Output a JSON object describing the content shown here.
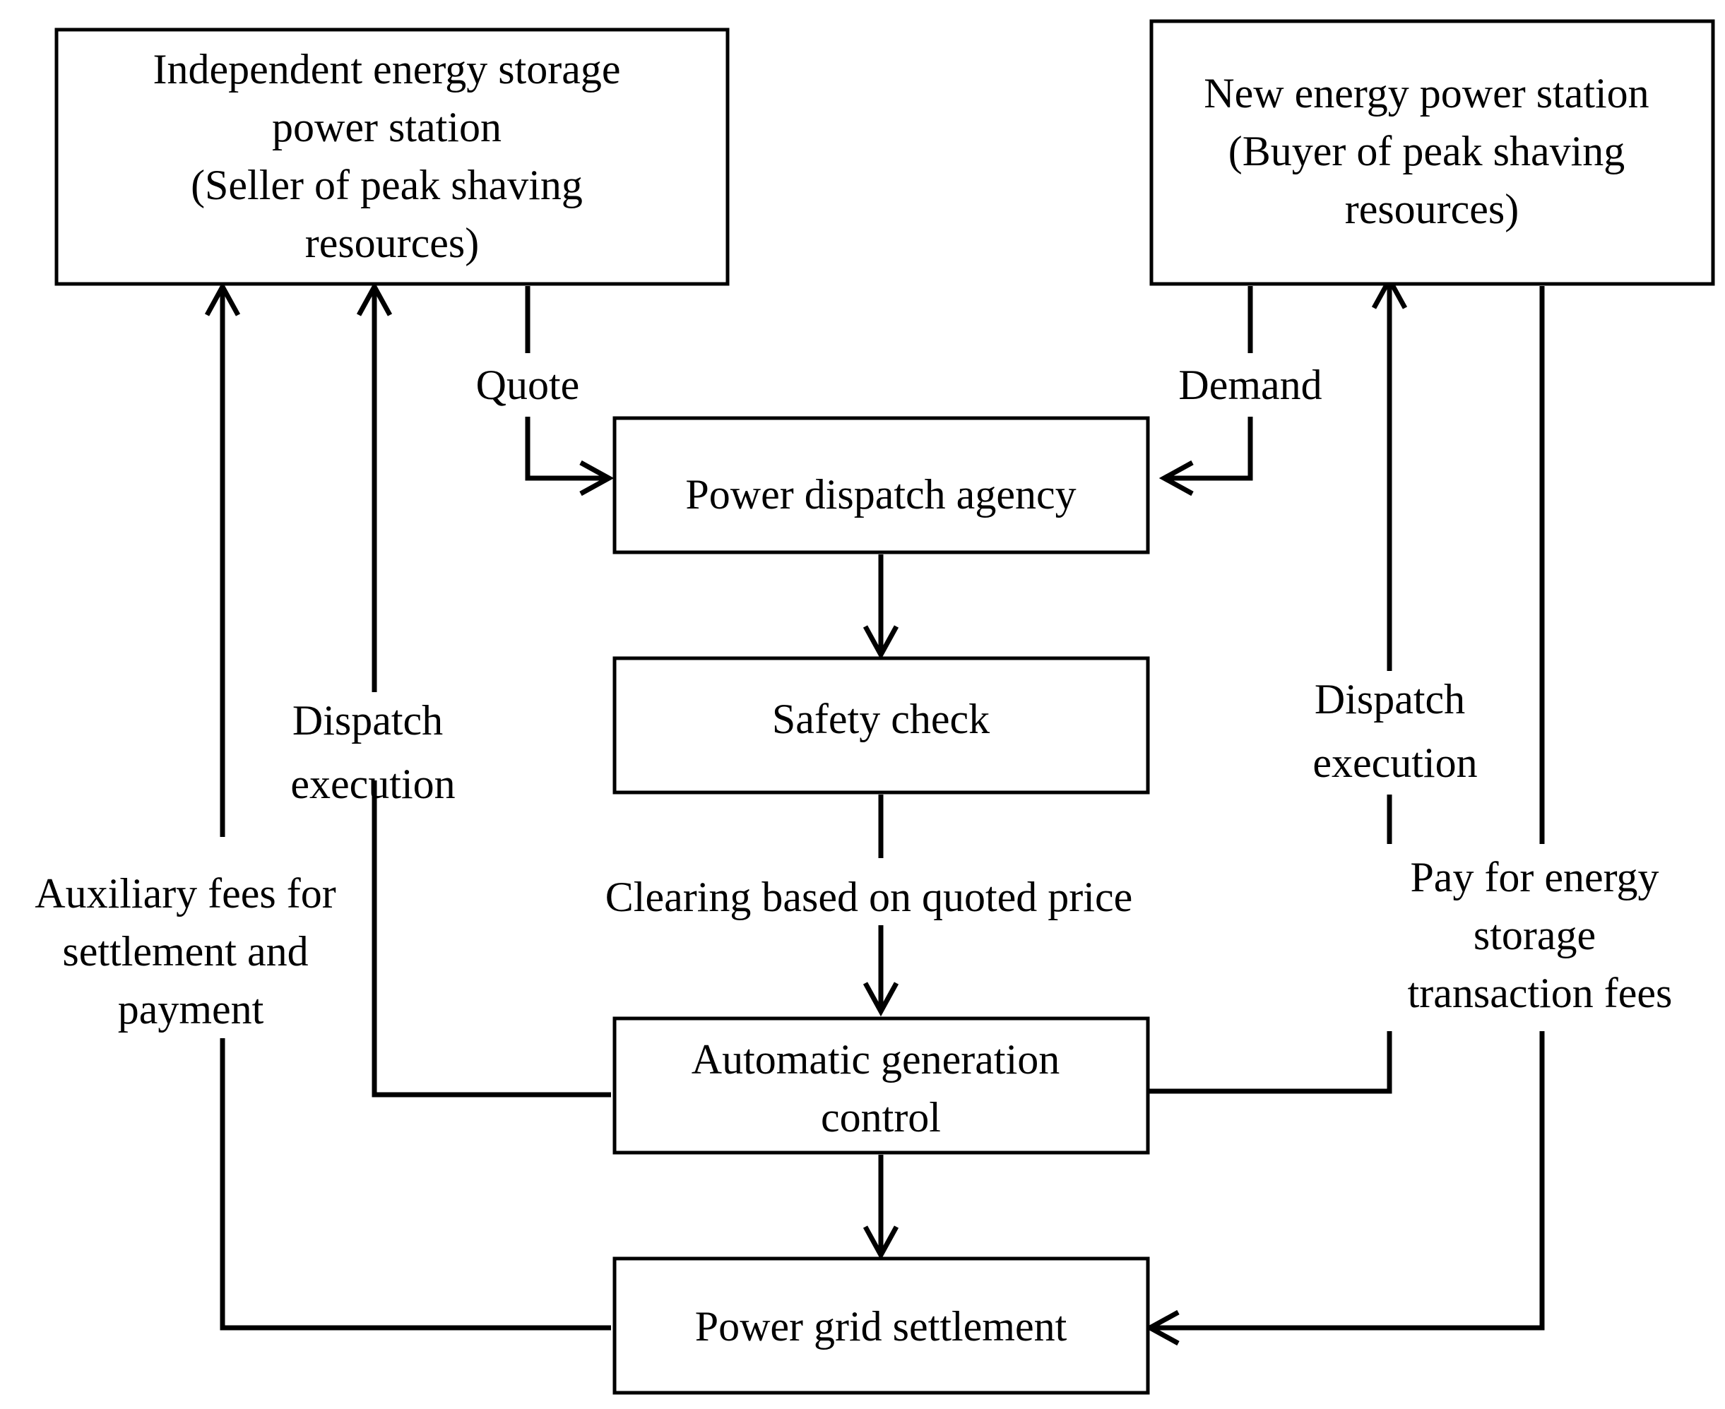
{
  "nodes": {
    "storage_station": [
      "Independent energy storage",
      "power station",
      "(Seller of peak shaving",
      "resources)"
    ],
    "new_energy_station": [
      "New energy power station",
      "(Buyer of peak shaving",
      "resources)"
    ],
    "dispatch_agency": [
      "Power dispatch agency"
    ],
    "safety_check": [
      "Safety check"
    ],
    "agc": [
      "Automatic generation",
      "control"
    ],
    "grid_settlement": [
      "Power grid settlement"
    ]
  },
  "edge_labels": {
    "quote": [
      "Quote"
    ],
    "demand": [
      "Demand"
    ],
    "dispatch_execution_left": [
      "Dispatch",
      "execution"
    ],
    "dispatch_execution_right": [
      "Dispatch",
      "execution"
    ],
    "clearing": [
      "Clearing based on quoted price"
    ],
    "auxiliary_fees": [
      "Auxiliary fees for",
      "settlement and",
      "payment"
    ],
    "pay_fees": [
      "Pay for energy",
      "storage",
      "transaction fees"
    ]
  }
}
